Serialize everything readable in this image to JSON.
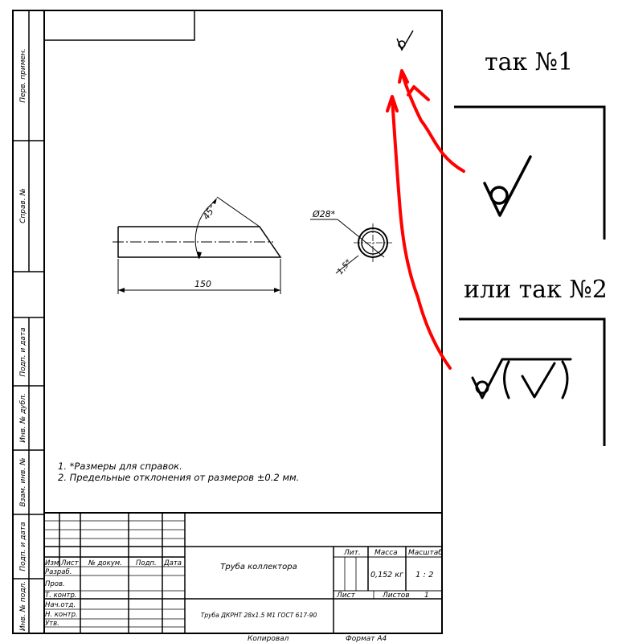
{
  "side_labels": [
    "Перв. примен.",
    "Справ. №",
    "Подп. и дата",
    "Инв. № дубл.",
    "Взам. инв. №",
    "Подп. и дата",
    "Инв. № подл."
  ],
  "drawing": {
    "angle_label": "45°",
    "length_label": "150",
    "diameter_label": "Ø28*",
    "wall_label": "1,5*"
  },
  "notes": [
    "1.   *Размеры для справок.",
    "2.   Предельные отклонения от размеров ±0.2 мм."
  ],
  "title_block": {
    "col_headers": [
      "Изм.",
      "Лист",
      "№ докум.",
      "Подп.",
      "Дата"
    ],
    "rows": [
      "Разраб.",
      "Пров.",
      "Т. контр.",
      "Нач.отд.",
      "Н. контр.",
      "Утв."
    ],
    "part_name": "Труба коллектора",
    "material": "Труба ДКРНТ 28х1.5 М1 ГОСТ 617-90",
    "lit_label": "Лит.",
    "mass_label": "Масса",
    "scale_label": "Масштаб",
    "mass_value": "0,152 кг",
    "scale_value": "1 : 2",
    "sheet_label": "Лист",
    "sheets_label": "Листов",
    "sheets_value": "1",
    "copied_label": "Копировал",
    "format_label": "Формат А4"
  },
  "annotations": {
    "option1": "так №1",
    "option2": "или так №2"
  },
  "colors": {
    "arrow": "#ff0000",
    "line": "#000000"
  }
}
